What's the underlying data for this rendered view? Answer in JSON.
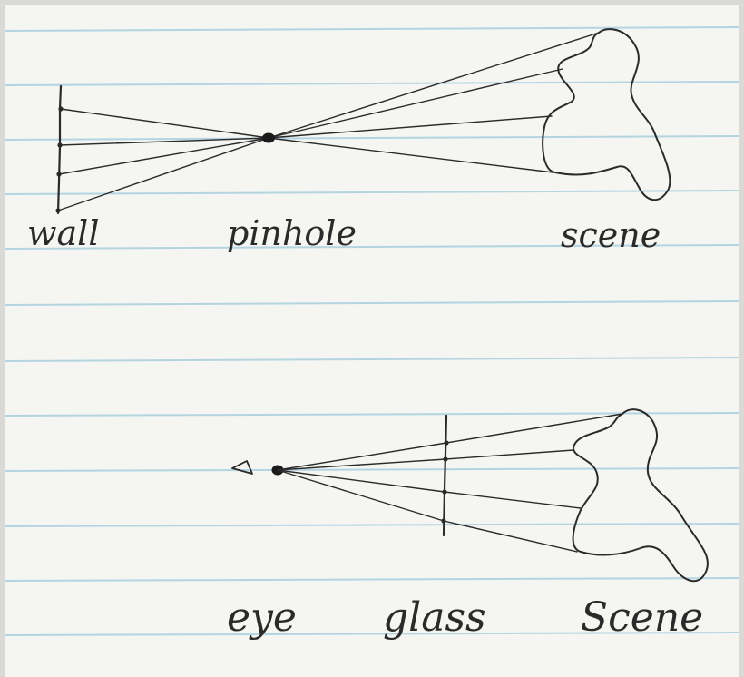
{
  "diagram_top": {
    "labels": {
      "wall": "wall",
      "pinhole": "pinhole",
      "scene": "scene"
    }
  },
  "diagram_bottom": {
    "labels": {
      "eye": "eye",
      "glass": "glass",
      "scene": "Scene"
    }
  },
  "colors": {
    "paper": "#f5f5f2",
    "rule_line": "#a9cfe0",
    "ink": "#2a2a2a",
    "frame": "#d9d9d6"
  }
}
